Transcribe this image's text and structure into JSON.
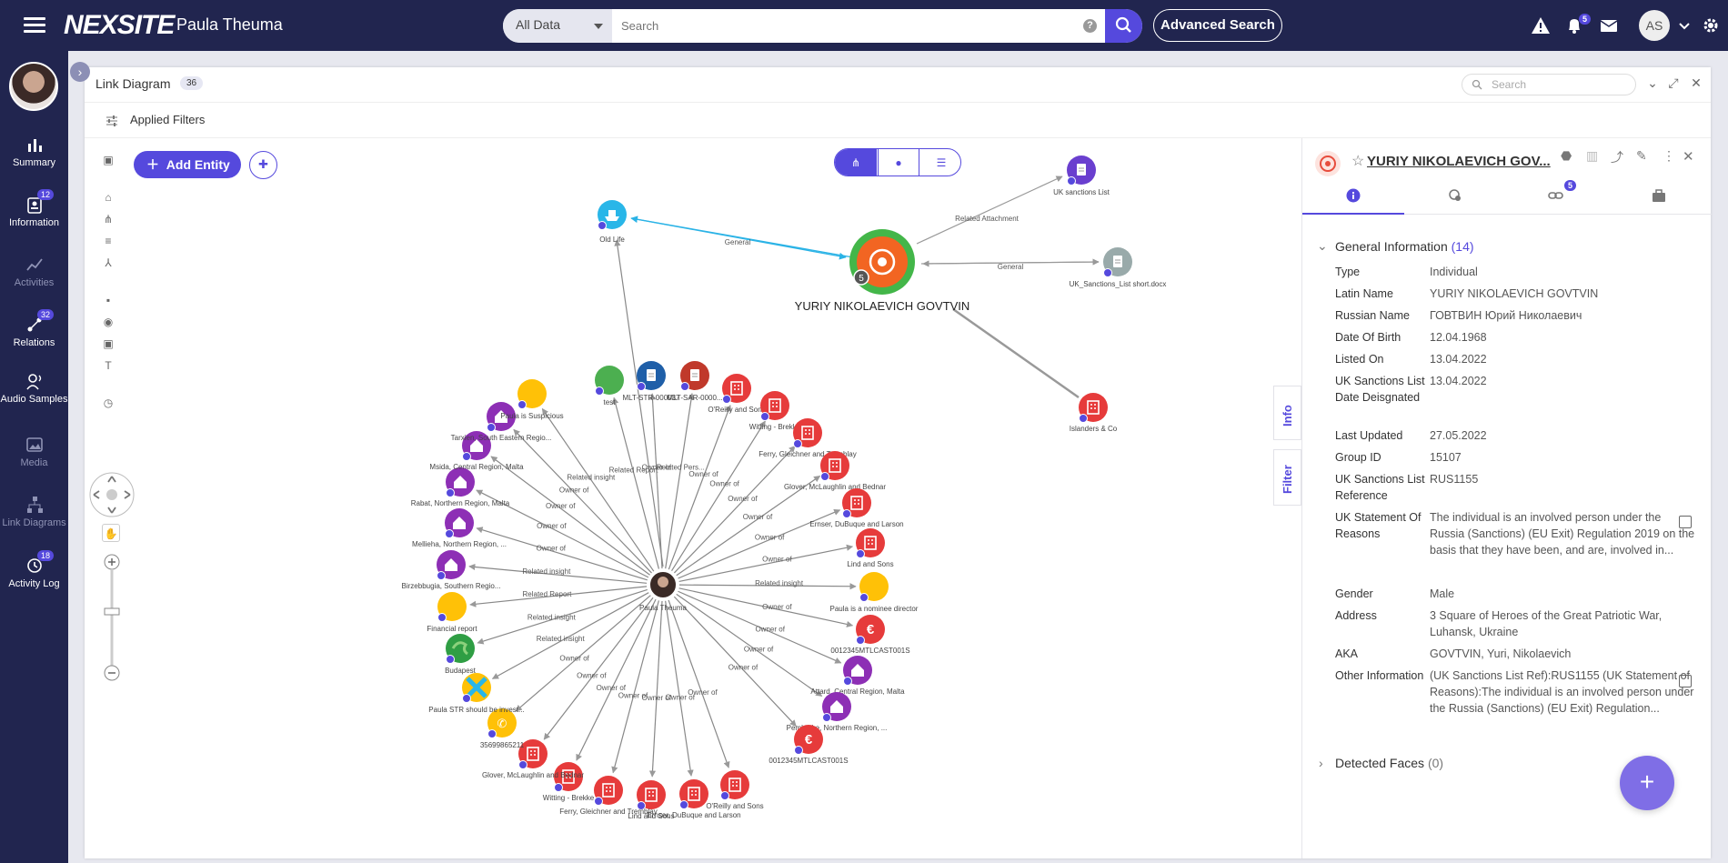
{
  "app": {
    "logo": "NEXSITE",
    "user": "Paula Theuma",
    "avatar_initials": "AS",
    "alerts_badge": "5"
  },
  "search": {
    "scope": "All Data",
    "placeholder": "Search",
    "advanced_label": "Advanced Search"
  },
  "nav": [
    {
      "label": "Summary",
      "badge": ""
    },
    {
      "label": "Information",
      "badge": "12"
    },
    {
      "label": "Activities",
      "badge": ""
    },
    {
      "label": "Relations",
      "badge": "32"
    },
    {
      "label": "Audio Samples",
      "badge": ""
    },
    {
      "label": "Media",
      "badge": ""
    },
    {
      "label": "Link Diagrams",
      "badge": ""
    },
    {
      "label": "Activity Log",
      "badge": "18"
    }
  ],
  "panel": {
    "title": "Link Diagram",
    "count": "36",
    "search_placeholder": "Search",
    "filters_label": "Applied Filters",
    "add_entity": "Add Entity"
  },
  "side_tabs": {
    "info": "Info",
    "filter": "Filter"
  },
  "colors": {
    "accent": "#5549dd",
    "nav_bg": "#21254f",
    "red": "#e63b3b",
    "purple": "#8d2fb5",
    "yellow": "#ffc107"
  },
  "diagram": {
    "center": {
      "label": "YURIY NIKOLAEVICH GOVTVIN",
      "badge": "5"
    },
    "hub": {
      "label": "Paula Theuma"
    },
    "nodes": [
      {
        "label": "Old Life"
      },
      {
        "label": "UK sanctions List"
      },
      {
        "label": "UK_Sanctions_List short.docx"
      },
      {
        "label": "Islanders & Co"
      },
      {
        "label": "test"
      },
      {
        "label": "MLT-STR-000037"
      },
      {
        "label": "MLT-SAR-0000..."
      },
      {
        "label": "O'Reilly and Sons"
      },
      {
        "label": "Witting - Brekke"
      },
      {
        "label": "Ferry, Gleichner and Tremblay"
      },
      {
        "label": "Glover, McLaughlin and Bednar"
      },
      {
        "label": "Ernser, DuBuque and Larson"
      },
      {
        "label": "Lind and Sons"
      },
      {
        "label": "Paula is a nominee director"
      },
      {
        "label": "0012345MTLCAST001S"
      },
      {
        "label": "Attard, Central Region, Malta"
      },
      {
        "label": "Pembroke, Northern Region, ..."
      },
      {
        "label": "0012345MTLCAST001S"
      },
      {
        "label": "O'Reilly and Sons"
      },
      {
        "label": "Ernser, DuBuque and Larson"
      },
      {
        "label": "Lind and Sons"
      },
      {
        "label": "Ferry, Gleichner and Tremblay"
      },
      {
        "label": "Witting - Brekke"
      },
      {
        "label": "Glover, McLaughlin and Bednar"
      },
      {
        "label": "35699865211"
      },
      {
        "label": "Paula STR should be invest..."
      },
      {
        "label": "Budapest"
      },
      {
        "label": "Financial report"
      },
      {
        "label": "Birzebbugia, Southern Regio..."
      },
      {
        "label": "Mellieha, Northern Region, ..."
      },
      {
        "label": "Rabat, Northern Region, Malta"
      },
      {
        "label": "Msida, Central Region, Malta"
      },
      {
        "label": "Tarxien, South Eastern Regio..."
      },
      {
        "label": "Paula is Suspicious"
      }
    ],
    "edges": {
      "general": "General",
      "attachment": "Related Attachment",
      "owner": "Owner of",
      "insight": "Related insight",
      "report": "Related Report",
      "person": "Related Pers..."
    }
  },
  "entity": {
    "title": "YURIY NIKOLAEVICH GOV...",
    "relations_badge": "5",
    "general_label": "General Information",
    "general_count": "(14)",
    "fields": [
      {
        "k": "Type",
        "v": "Individual"
      },
      {
        "k": "Latin Name",
        "v": "YURIY NIKOLAEVICH GOVTVIN"
      },
      {
        "k": "Russian Name",
        "v": "ГОВТВИН Юрий Николаевич"
      },
      {
        "k": "Date Of Birth",
        "v": "12.04.1968"
      },
      {
        "k": "Listed On",
        "v": "13.04.2022"
      },
      {
        "k": "UK Sanctions List Date Deisgnated",
        "v": "13.04.2022"
      },
      {
        "k": "Last Updated",
        "v": "27.05.2022"
      },
      {
        "k": "Group ID",
        "v": "15107"
      },
      {
        "k": "UK Sanctions List Reference",
        "v": "RUS1155"
      },
      {
        "k": "UK Statement Of Reasons",
        "v": "The individual is an involved person under the Russia (Sanctions) (EU Exit) Regulation 2019 on the basis that they have been, and are, involved in..."
      },
      {
        "k": "Gender",
        "v": "Male"
      },
      {
        "k": "Address",
        "v": "3 Square of Heroes of the Great Patriotic War, Luhansk, Ukraine"
      },
      {
        "k": "AKA",
        "v": "GOVTVIN, Yuri, Nikolaevich"
      },
      {
        "k": "Other Information",
        "v": "(UK Sanctions List Ref):RUS1155 (UK Statement of Reasons):The individual is an involved person under the Russia (Sanctions) (EU Exit) Regulation..."
      }
    ],
    "faces_label": "Detected Faces",
    "faces_count": "(0)"
  }
}
